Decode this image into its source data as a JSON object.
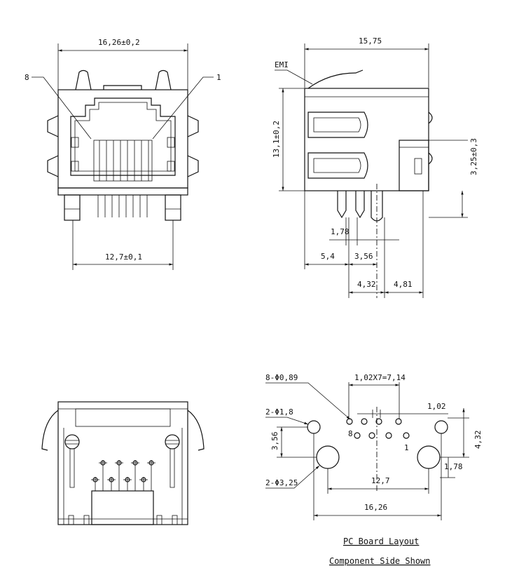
{
  "front_view": {
    "width_dim": "16,26±0,2",
    "pin_left_label": "8",
    "pin_right_label": "1",
    "pin_span_dim": "12,7±0,1"
  },
  "side_view": {
    "length_dim": "15,75",
    "emi_label": "EMI",
    "height_dim": "13,1±0,2",
    "post_dim": "3,25±0,3",
    "dim_178": "1,78",
    "dim_54": "5,4",
    "dim_356": "3,56",
    "dim_432": "4,32",
    "dim_481": "4,81"
  },
  "pcb_layout": {
    "pin_holes": "8-Φ0,89",
    "pitch_dim": "1,02X7=7,14",
    "small_holes": "2-Φ1,8",
    "pitch_102": "1,02",
    "dim_356": "3,56",
    "dim_432": "4,32",
    "pin8": "8",
    "pin1": "1",
    "big_holes": "2-Φ3,25",
    "dim_127": "12,7",
    "dim_178": "1,78",
    "dim_1626": "16,26",
    "caption_1": "PC Board Layout",
    "caption_2": "Component Side Shown"
  }
}
